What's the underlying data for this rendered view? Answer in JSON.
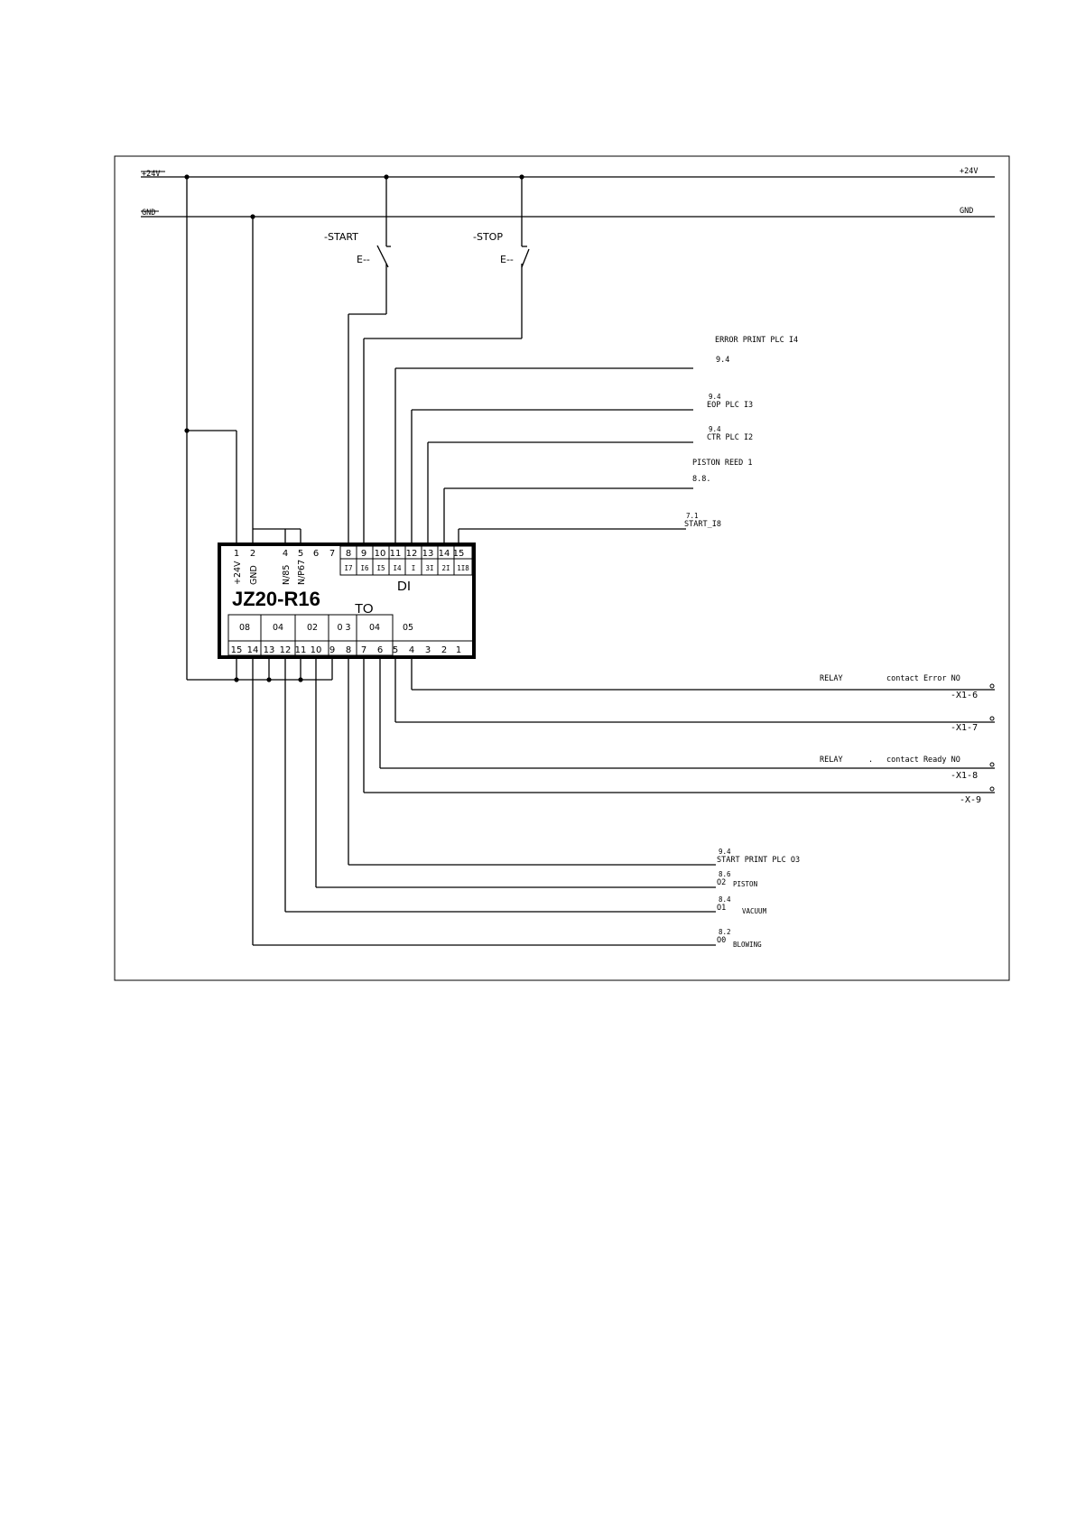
{
  "rails": {
    "v24_left": "+24V",
    "v24_right": "+24V",
    "gnd_left": "GND",
    "gnd_right": "GND"
  },
  "switches": {
    "start_label": "-START",
    "start_e": "E--",
    "stop_label": "-STOP",
    "stop_e": "E--"
  },
  "device": {
    "name": "JZ20-R16",
    "di_label": "DI",
    "to_label": "TO",
    "top_pins": [
      "1",
      "2",
      "4",
      "5",
      "6",
      "7",
      "8",
      "9",
      "10",
      "11",
      "12",
      "13",
      "14",
      "15"
    ],
    "top_rotated": [
      "+24V",
      "GND",
      "N/85",
      "N/P67"
    ],
    "di_cells": [
      "I7",
      "I6",
      "I5",
      "I4",
      "I",
      "3I",
      "2I",
      "1I8"
    ],
    "to_cells": [
      "08",
      "04",
      "02",
      "0 3",
      "04",
      "05"
    ],
    "bottom_pins": [
      "15",
      "14",
      "13",
      "12",
      "11",
      "10",
      "9",
      "8",
      "7",
      "6",
      "5",
      "4",
      "3",
      "2",
      "1"
    ]
  },
  "inputs": {
    "error_print": "ERROR PRINT PLC I4",
    "error_print_ref": "9.4",
    "eop_ref": "9.4",
    "eop": "EOP PLC I3",
    "ctr_ref": "9.4",
    "ctr": "CTR PLC I2",
    "piston_reed": "PISTON REED 1",
    "piston_reed_ref": "8.8.",
    "start_ref": "7.1",
    "start_i8": "START_I8"
  },
  "relays": {
    "relay1": "RELAY",
    "relay1_contact": "contact Error NO",
    "x1_6": "-X1-6",
    "x1_7": "-X1-7",
    "relay2": "RELAY",
    "relay2_dot": ".",
    "relay2_contact": "contact Ready NO",
    "x1_8": "-X1-8",
    "x_9": "-X-9"
  },
  "outputs": {
    "start_print_ref": "9.4",
    "start_print": "START PRINT PLC O3",
    "piston_ref": "8.6",
    "piston_code": "O2",
    "piston": "PISTON",
    "vacuum_ref": "8.4",
    "vacuum_code": "O1",
    "vacuum": "VACUUM",
    "blowing_ref": "8.2",
    "blowing_code": "O0",
    "blowing": "BLOWING"
  }
}
